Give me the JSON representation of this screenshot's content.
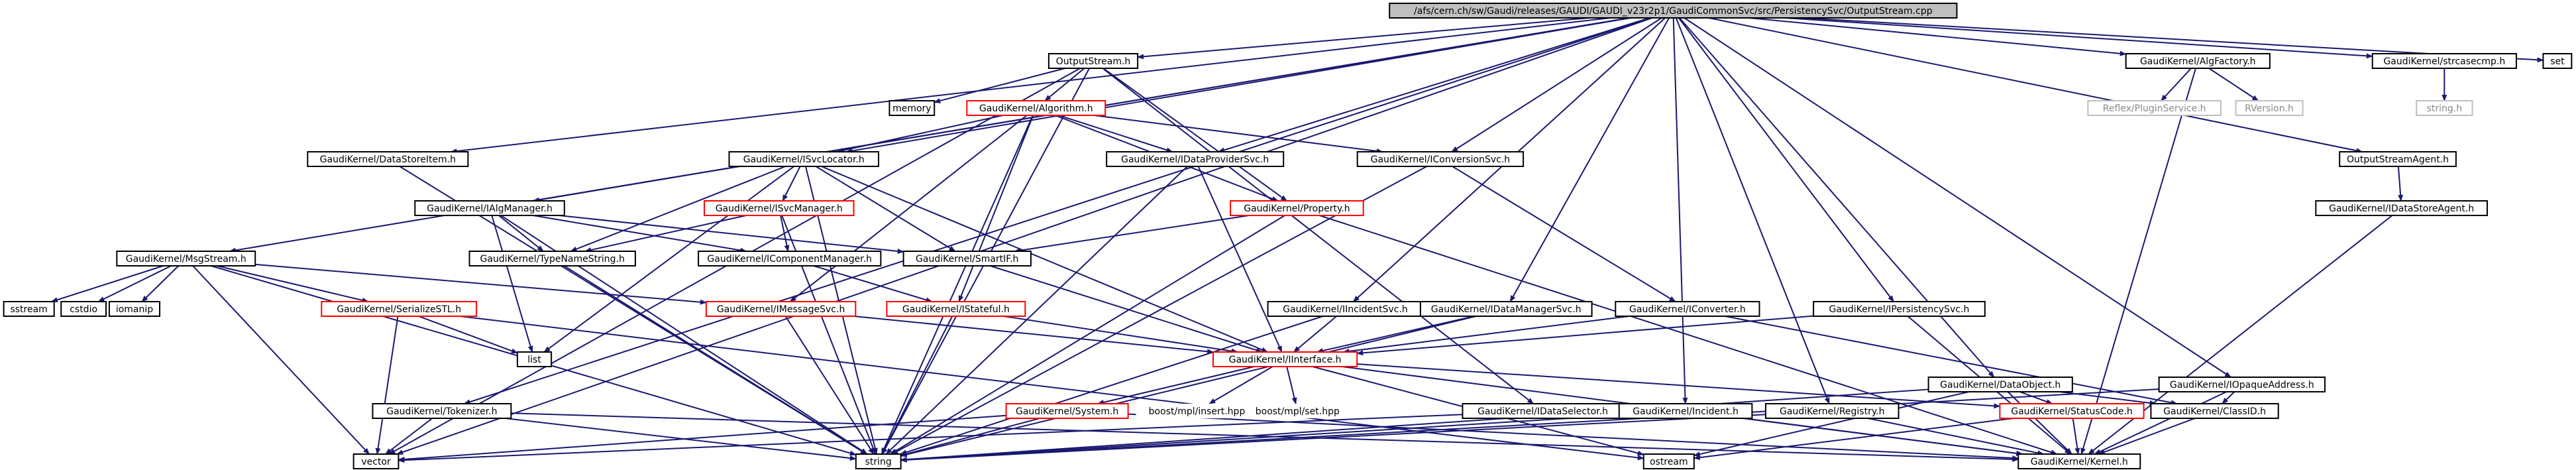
{
  "nodes": {
    "root": {
      "label": "/afs/cern.ch/sw/Gaudi/releases/GAUDI/GAUDI_v23r2p1/GaudiCommonSvc/src/PersistencySvc/OutputStream.cpp",
      "style": "root"
    },
    "outputstream_h": {
      "label": "OutputStream.h",
      "style": "normal"
    },
    "memory": {
      "label": "memory",
      "style": "normal"
    },
    "algorithm_h": {
      "label": "GaudiKernel/Algorithm.h",
      "style": "red"
    },
    "datastoreitem_h": {
      "label": "GaudiKernel/DataStoreItem.h",
      "style": "normal"
    },
    "isvclocator_h": {
      "label": "GaudiKernel/ISvcLocator.h",
      "style": "normal"
    },
    "idataprovidersvc_h": {
      "label": "GaudiKernel/IDataProviderSvc.h",
      "style": "normal"
    },
    "iconversionsvc_h": {
      "label": "GaudiKernel/IConversionSvc.h",
      "style": "normal"
    },
    "ialgmanager_h": {
      "label": "GaudiKernel/IAlgManager.h",
      "style": "normal"
    },
    "isvcmanager_h": {
      "label": "GaudiKernel/ISvcManager.h",
      "style": "red"
    },
    "property_h": {
      "label": "GaudiKernel/Property.h",
      "style": "red"
    },
    "msgstream_h": {
      "label": "GaudiKernel/MsgStream.h",
      "style": "normal"
    },
    "typenamestring_h": {
      "label": "GaudiKernel/TypeNameString.h",
      "style": "normal"
    },
    "icomponentmanager_h": {
      "label": "GaudiKernel/IComponentManager.h",
      "style": "normal"
    },
    "smartif_h": {
      "label": "GaudiKernel/SmartIF.h",
      "style": "normal"
    },
    "sstream": {
      "label": "sstream",
      "style": "normal"
    },
    "cstdio": {
      "label": "cstdio",
      "style": "normal"
    },
    "iomanip": {
      "label": "iomanip",
      "style": "normal"
    },
    "serializestl_h": {
      "label": "GaudiKernel/SerializeSTL.h",
      "style": "red"
    },
    "imessagesvc_h": {
      "label": "GaudiKernel/IMessageSvc.h",
      "style": "red"
    },
    "istateful_h": {
      "label": "GaudiKernel/IStateful.h",
      "style": "red"
    },
    "iincidentsvc_h": {
      "label": "GaudiKernel/IIncidentSvc.h",
      "style": "normal"
    },
    "idatamanagersvc_h": {
      "label": "GaudiKernel/IDataManagerSvc.h",
      "style": "normal"
    },
    "iconverter_h": {
      "label": "GaudiKernel/IConverter.h",
      "style": "normal"
    },
    "ipersistencysvc_h": {
      "label": "GaudiKernel/IPersistencySvc.h",
      "style": "normal"
    },
    "list": {
      "label": "list",
      "style": "normal"
    },
    "iinterface_h": {
      "label": "GaudiKernel/IInterface.h",
      "style": "red"
    },
    "tokenizer_h": {
      "label": "GaudiKernel/Tokenizer.h",
      "style": "normal"
    },
    "system_h": {
      "label": "GaudiKernel/System.h",
      "style": "red"
    },
    "boost_insert": {
      "label": "boost/mpl/insert.hpp",
      "style": "noborder"
    },
    "boost_set": {
      "label": "boost/mpl/set.hpp",
      "style": "noborder"
    },
    "idataselector_h": {
      "label": "GaudiKernel/IDataSelector.h",
      "style": "normal"
    },
    "incident_h": {
      "label": "GaudiKernel/Incident.h",
      "style": "normal"
    },
    "registry_h": {
      "label": "GaudiKernel/Registry.h",
      "style": "normal"
    },
    "dataobject_h": {
      "label": "GaudiKernel/DataObject.h",
      "style": "normal"
    },
    "statuscode_h": {
      "label": "GaudiKernel/StatusCode.h",
      "style": "red"
    },
    "classid_h": {
      "label": "GaudiKernel/ClassID.h",
      "style": "normal"
    },
    "iopaqueaddress_h": {
      "label": "GaudiKernel/IOpaqueAddress.h",
      "style": "normal"
    },
    "vector": {
      "label": "vector",
      "style": "normal"
    },
    "string": {
      "label": "string",
      "style": "normal"
    },
    "ostream": {
      "label": "ostream",
      "style": "normal"
    },
    "kernel_h": {
      "label": "GaudiKernel/Kernel.h",
      "style": "normal"
    },
    "algfactory_h": {
      "label": "GaudiKernel/AlgFactory.h",
      "style": "normal"
    },
    "pluginservice_h": {
      "label": "Reflex/PluginService.h",
      "style": "gray"
    },
    "rversion_h": {
      "label": "RVersion.h",
      "style": "gray"
    },
    "strcasecmp_h": {
      "label": "GaudiKernel/strcasecmp.h",
      "style": "normal"
    },
    "string_h": {
      "label": "string.h",
      "style": "gray"
    },
    "set": {
      "label": "set",
      "style": "normal"
    },
    "outputstreamagent_h": {
      "label": "OutputStreamAgent.h",
      "style": "normal"
    },
    "idatastoreagent_h": {
      "label": "GaudiKernel/IDataStoreAgent.h",
      "style": "normal"
    }
  },
  "edges": [
    [
      "root",
      "outputstream_h"
    ],
    [
      "root",
      "msgstream_h"
    ],
    [
      "root",
      "datastoreitem_h"
    ],
    [
      "root",
      "isvclocator_h"
    ],
    [
      "root",
      "ialgmanager_h"
    ],
    [
      "root",
      "idataprovidersvc_h"
    ],
    [
      "root",
      "iconversionsvc_h"
    ],
    [
      "root",
      "iincidentsvc_h"
    ],
    [
      "root",
      "idatamanagersvc_h"
    ],
    [
      "root",
      "ipersistencysvc_h"
    ],
    [
      "root",
      "dataobject_h"
    ],
    [
      "root",
      "incident_h"
    ],
    [
      "root",
      "registry_h"
    ],
    [
      "root",
      "iopaqueaddress_h"
    ],
    [
      "root",
      "algfactory_h"
    ],
    [
      "root",
      "strcasecmp_h"
    ],
    [
      "root",
      "set"
    ],
    [
      "root",
      "outputstreamagent_h"
    ],
    [
      "root",
      "tokenizer_h"
    ],
    [
      "root",
      "vector"
    ],
    [
      "outputstream_h",
      "memory"
    ],
    [
      "outputstream_h",
      "algorithm_h"
    ],
    [
      "outputstream_h",
      "property_h"
    ],
    [
      "outputstream_h",
      "vector"
    ],
    [
      "outputstream_h",
      "string"
    ],
    [
      "outputstream_h",
      "idataselector_h"
    ],
    [
      "algorithm_h",
      "isvclocator_h"
    ],
    [
      "algorithm_h",
      "idataprovidersvc_h"
    ],
    [
      "algorithm_h",
      "iconversionsvc_h"
    ],
    [
      "algorithm_h",
      "property_h"
    ],
    [
      "algorithm_h",
      "imessagesvc_h"
    ],
    [
      "algorithm_h",
      "istateful_h"
    ],
    [
      "algorithm_h",
      "string"
    ],
    [
      "isvclocator_h",
      "smartif_h"
    ],
    [
      "isvclocator_h",
      "typenamestring_h"
    ],
    [
      "isvclocator_h",
      "iinterface_h"
    ],
    [
      "isvclocator_h",
      "list"
    ],
    [
      "isvclocator_h",
      "string"
    ],
    [
      "isvclocator_h",
      "isvcmanager_h"
    ],
    [
      "idataprovidersvc_h",
      "iinterface_h"
    ],
    [
      "idataprovidersvc_h",
      "string"
    ],
    [
      "iconversionsvc_h",
      "iconverter_h"
    ],
    [
      "iconversionsvc_h",
      "string"
    ],
    [
      "ialgmanager_h",
      "typenamestring_h"
    ],
    [
      "ialgmanager_h",
      "icomponentmanager_h"
    ],
    [
      "ialgmanager_h",
      "smartif_h"
    ],
    [
      "ialgmanager_h",
      "list"
    ],
    [
      "ialgmanager_h",
      "string"
    ],
    [
      "isvcmanager_h",
      "icomponentmanager_h"
    ],
    [
      "isvcmanager_h",
      "typenamestring_h"
    ],
    [
      "isvcmanager_h",
      "string"
    ],
    [
      "property_h",
      "smartif_h"
    ],
    [
      "property_h",
      "string"
    ],
    [
      "property_h",
      "kernel_h"
    ],
    [
      "msgstream_h",
      "sstream"
    ],
    [
      "msgstream_h",
      "cstdio"
    ],
    [
      "msgstream_h",
      "iomanip"
    ],
    [
      "msgstream_h",
      "serializestl_h"
    ],
    [
      "msgstream_h",
      "imessagesvc_h"
    ],
    [
      "msgstream_h",
      "vector"
    ],
    [
      "msgstream_h",
      "string"
    ],
    [
      "typenamestring_h",
      "string"
    ],
    [
      "icomponentmanager_h",
      "istateful_h"
    ],
    [
      "smartif_h",
      "iinterface_h"
    ],
    [
      "serializestl_h",
      "list"
    ],
    [
      "serializestl_h",
      "vector"
    ],
    [
      "serializestl_h",
      "ostream"
    ],
    [
      "imessagesvc_h",
      "iinterface_h"
    ],
    [
      "imessagesvc_h",
      "string"
    ],
    [
      "istateful_h",
      "iinterface_h"
    ],
    [
      "istateful_h",
      "string"
    ],
    [
      "iincidentsvc_h",
      "iinterface_h"
    ],
    [
      "iincidentsvc_h",
      "string"
    ],
    [
      "idatamanagersvc_h",
      "iinterface_h"
    ],
    [
      "idatamanagersvc_h",
      "string"
    ],
    [
      "iconverter_h",
      "iinterface_h"
    ],
    [
      "iconverter_h",
      "classid_h"
    ],
    [
      "ipersistencysvc_h",
      "iinterface_h"
    ],
    [
      "ipersistencysvc_h",
      "kernel_h"
    ],
    [
      "iinterface_h",
      "system_h"
    ],
    [
      "iinterface_h",
      "boost_insert"
    ],
    [
      "iinterface_h",
      "boost_set"
    ],
    [
      "iinterface_h",
      "statuscode_h"
    ],
    [
      "iinterface_h",
      "kernel_h"
    ],
    [
      "iinterface_h",
      "ostream"
    ],
    [
      "system_h",
      "string"
    ],
    [
      "system_h",
      "vector"
    ],
    [
      "system_h",
      "kernel_h"
    ],
    [
      "tokenizer_h",
      "vector"
    ],
    [
      "tokenizer_h",
      "string"
    ],
    [
      "tokenizer_h",
      "kernel_h"
    ],
    [
      "datastoreitem_h",
      "string"
    ],
    [
      "idataselector_h",
      "vector"
    ],
    [
      "incident_h",
      "string"
    ],
    [
      "incident_h",
      "kernel_h"
    ],
    [
      "registry_h",
      "string"
    ],
    [
      "registry_h",
      "kernel_h"
    ],
    [
      "dataobject_h",
      "string"
    ],
    [
      "dataobject_h",
      "ostream"
    ],
    [
      "dataobject_h",
      "statuscode_h"
    ],
    [
      "dataobject_h",
      "classid_h"
    ],
    [
      "dataobject_h",
      "kernel_h"
    ],
    [
      "statuscode_h",
      "ostream"
    ],
    [
      "statuscode_h",
      "kernel_h"
    ],
    [
      "classid_h",
      "kernel_h"
    ],
    [
      "iopaqueaddress_h",
      "classid_h"
    ],
    [
      "iopaqueaddress_h",
      "string"
    ],
    [
      "iopaqueaddress_h",
      "kernel_h"
    ],
    [
      "algfactory_h",
      "pluginservice_h"
    ],
    [
      "algfactory_h",
      "rversion_h"
    ],
    [
      "algfactory_h",
      "kernel_h"
    ],
    [
      "strcasecmp_h",
      "string_h"
    ],
    [
      "outputstreamagent_h",
      "idatastoreagent_h"
    ],
    [
      "idatastoreagent_h",
      "kernel_h"
    ]
  ]
}
